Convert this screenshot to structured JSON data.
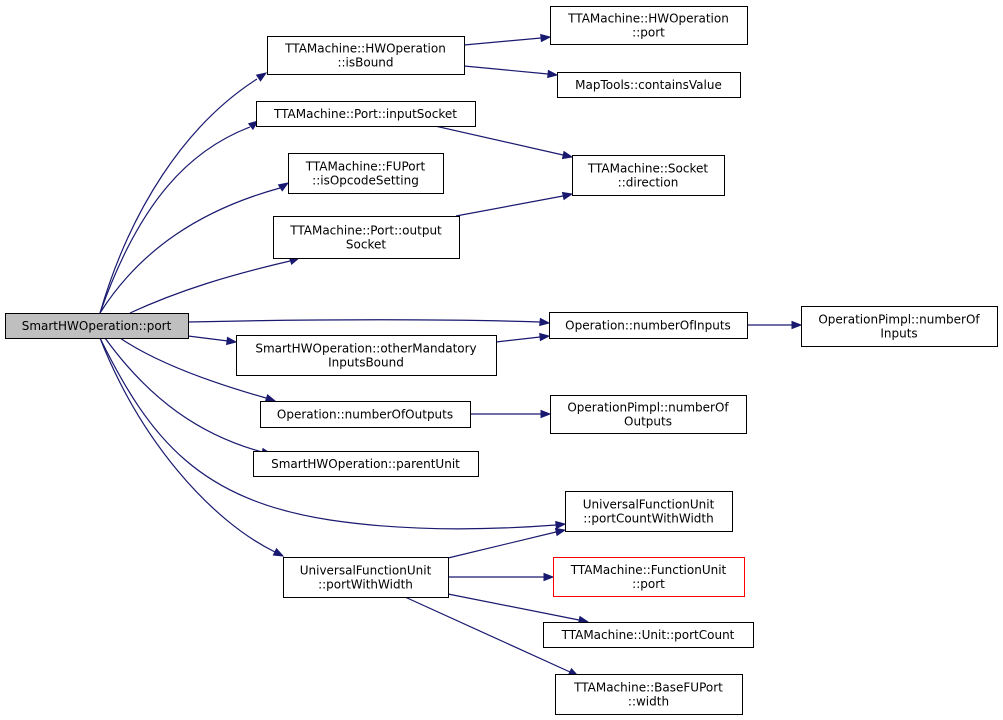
{
  "colors": {
    "edge": "#191970",
    "root_fill": "#bfbfbf",
    "error_border": "#ff0000"
  },
  "nodes": [
    {
      "id": "root",
      "lines": [
        "SmartHWOperation::port"
      ],
      "style": "root"
    },
    {
      "id": "hwop_isbound",
      "lines": [
        "TTAMachine::HWOperation",
        "::isBound"
      ]
    },
    {
      "id": "hwop_port",
      "lines": [
        "TTAMachine::HWOperation",
        "::port"
      ]
    },
    {
      "id": "maptools",
      "lines": [
        "MapTools::containsValue"
      ]
    },
    {
      "id": "port_inputsocket",
      "lines": [
        "TTAMachine::Port::inputSocket"
      ]
    },
    {
      "id": "socket_direction",
      "lines": [
        "TTAMachine::Socket",
        "::direction"
      ]
    },
    {
      "id": "fuport_isopcode",
      "lines": [
        "TTAMachine::FUPort",
        "::isOpcodeSetting"
      ]
    },
    {
      "id": "port_outputsocket",
      "lines": [
        "TTAMachine::Port::output",
        "Socket"
      ]
    },
    {
      "id": "op_numinputs",
      "lines": [
        "Operation::numberOfInputs"
      ]
    },
    {
      "id": "opimpl_numinputs",
      "lines": [
        "OperationPimpl::numberOf",
        "Inputs"
      ]
    },
    {
      "id": "smart_othermand",
      "lines": [
        "SmartHWOperation::otherMandatory",
        "InputsBound"
      ]
    },
    {
      "id": "op_numoutputs",
      "lines": [
        "Operation::numberOfOutputs"
      ]
    },
    {
      "id": "opimpl_numoutputs",
      "lines": [
        "OperationPimpl::numberOf",
        "Outputs"
      ]
    },
    {
      "id": "smart_parentunit",
      "lines": [
        "SmartHWOperation::parentUnit"
      ]
    },
    {
      "id": "ufu_portcount",
      "lines": [
        "UniversalFunctionUnit",
        "::portCountWithWidth"
      ]
    },
    {
      "id": "ufu_portwidth",
      "lines": [
        "UniversalFunctionUnit",
        "::portWithWidth"
      ]
    },
    {
      "id": "fu_port",
      "lines": [
        "TTAMachine::FunctionUnit",
        "::port"
      ],
      "style": "red"
    },
    {
      "id": "unit_portcount",
      "lines": [
        "TTAMachine::Unit::portCount"
      ]
    },
    {
      "id": "basefuport_width",
      "lines": [
        "TTAMachine::BaseFUPort",
        "::width"
      ]
    }
  ],
  "edges": [
    [
      "root",
      "hwop_isbound"
    ],
    [
      "root",
      "port_inputsocket"
    ],
    [
      "root",
      "fuport_isopcode"
    ],
    [
      "root",
      "port_outputsocket"
    ],
    [
      "root",
      "op_numinputs"
    ],
    [
      "root",
      "smart_othermand"
    ],
    [
      "root",
      "op_numoutputs"
    ],
    [
      "root",
      "smart_parentunit"
    ],
    [
      "root",
      "ufu_portcount"
    ],
    [
      "root",
      "ufu_portwidth"
    ],
    [
      "hwop_isbound",
      "hwop_port"
    ],
    [
      "hwop_isbound",
      "maptools"
    ],
    [
      "port_inputsocket",
      "socket_direction"
    ],
    [
      "port_outputsocket",
      "socket_direction"
    ],
    [
      "op_numinputs",
      "opimpl_numinputs"
    ],
    [
      "smart_othermand",
      "op_numinputs"
    ],
    [
      "op_numoutputs",
      "opimpl_numoutputs"
    ],
    [
      "ufu_portwidth",
      "ufu_portcount"
    ],
    [
      "ufu_portwidth",
      "fu_port"
    ],
    [
      "ufu_portwidth",
      "unit_portcount"
    ],
    [
      "ufu_portwidth",
      "basefuport_width"
    ]
  ]
}
